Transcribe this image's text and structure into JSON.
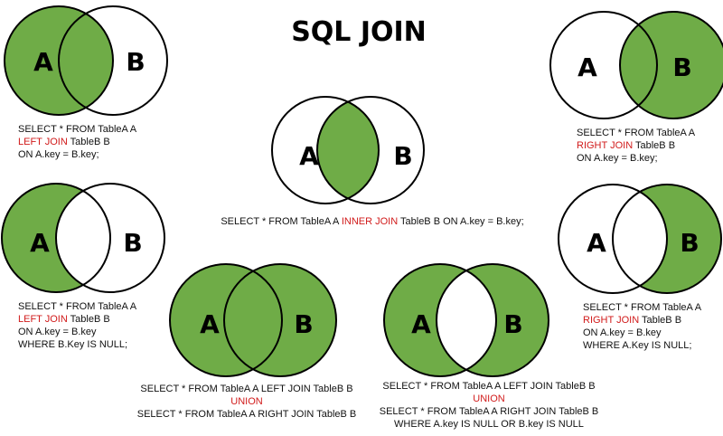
{
  "title": "SQL JOIN",
  "colors": {
    "fill": "#6fac47",
    "stroke": "#000000",
    "keyword": "#d11b1b"
  },
  "labels": {
    "a": "A",
    "b": "B"
  },
  "joins": {
    "left_join": {
      "line1": "SELECT * FROM TableA A",
      "line2_kw": "LEFT JOIN",
      "line2_rest": " TableB B",
      "line3": "ON A.key = B.key;"
    },
    "right_join": {
      "line1": "SELECT * FROM TableA A",
      "line2_kw": "RIGHT JOIN",
      "line2_rest": " TableB B",
      "line3": "ON A.key = B.key;"
    },
    "inner_join": {
      "pre": "SELECT * FROM TableA A ",
      "kw": "INNER JOIN",
      "post": " TableB B ON A.key = B.key;"
    },
    "left_excl": {
      "line1": "SELECT * FROM TableA A",
      "line2_kw": "LEFT JOIN",
      "line2_rest": " TableB B",
      "line3": "ON A.key = B.key",
      "line4": "WHERE B.Key IS NULL;"
    },
    "right_excl": {
      "line1": "SELECT * FROM TableA A",
      "line2_kw": "RIGHT JOIN",
      "line2_rest": " TableB B",
      "line3": "ON A.key = B.key",
      "line4": "WHERE A.Key IS NULL;"
    },
    "full_outer": {
      "line1": "SELECT * FROM TableA A LEFT JOIN TableB B",
      "line2_kw": "UNION",
      "line3": "SELECT * FROM TableA A RIGHT JOIN TableB B"
    },
    "full_excl": {
      "line1": "SELECT * FROM TableA A LEFT JOIN TableB B",
      "line2_kw": "UNION",
      "line3": "SELECT * FROM TableA A RIGHT JOIN TableB B",
      "line4": "WHERE A.key IS NULL OR B.key IS NULL"
    }
  }
}
